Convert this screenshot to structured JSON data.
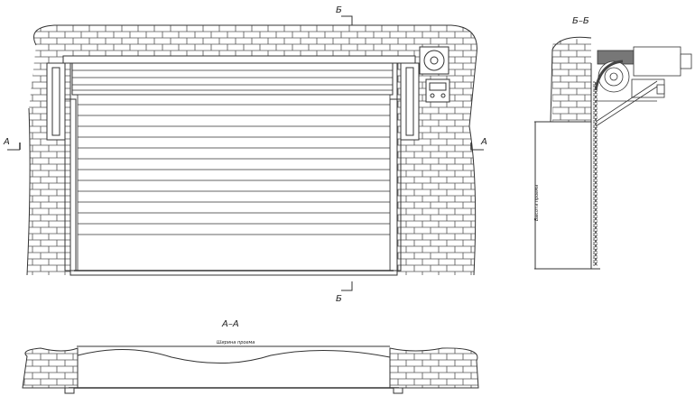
{
  "drawing": {
    "section_mark_b_top": "Б",
    "section_mark_b_bottom": "Б",
    "section_mark_a_left": "А",
    "section_mark_a_right": "А",
    "section_b_title": "Б–Б",
    "section_a_title": "А–А",
    "width_label": "Ширина проема",
    "height_label": "Высота проема"
  },
  "colors": {
    "line": "#333333",
    "brick": "#555555",
    "background": "#ffffff"
  }
}
